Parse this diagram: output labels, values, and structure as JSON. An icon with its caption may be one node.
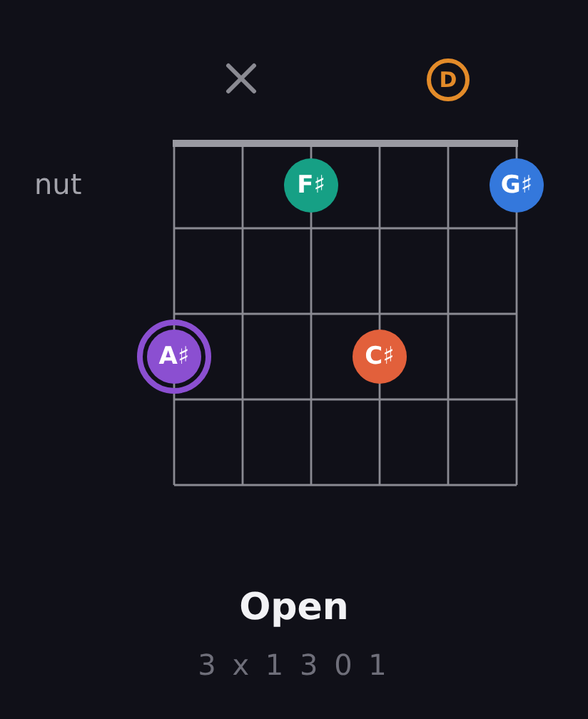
{
  "diagram": {
    "title": "Open",
    "nodes": [
      {
        "text": [
          "D"
        ]
      },
      {
        "text": [
          "F♯"
        ]
      },
      {
        "text": [
          "G♯"
        ]
      },
      {
        "text": [
          "A♯"
        ]
      },
      {
        "text": [
          "C♯"
        ]
      }
    ],
    "labels": [
      "nut",
      "3 x 1 3 0 1"
    ]
  }
}
